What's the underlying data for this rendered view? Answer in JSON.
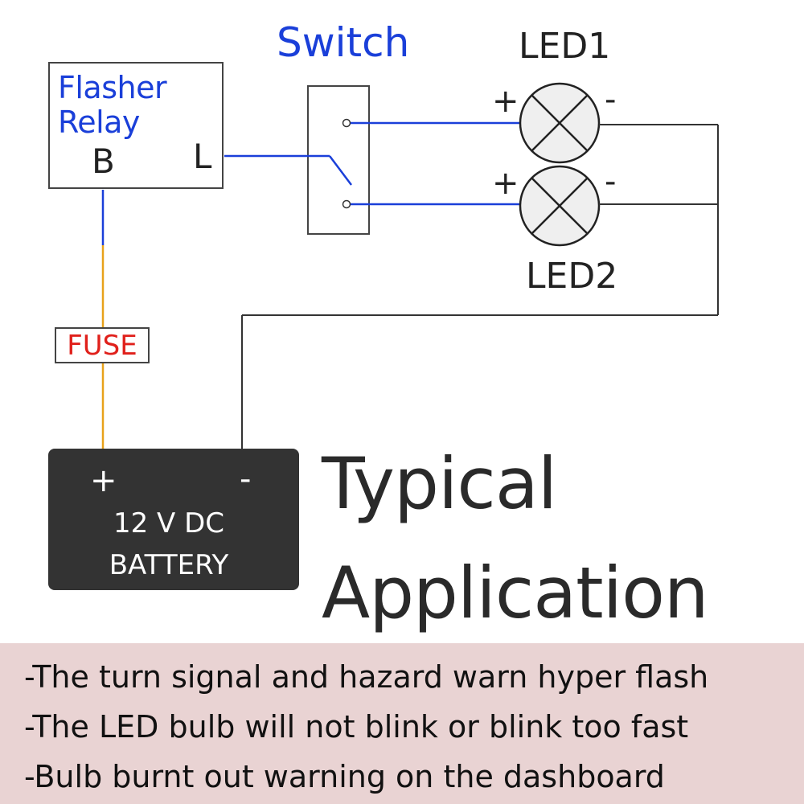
{
  "relay": {
    "title_line1": "Flasher",
    "title_line2": "Relay",
    "terminal_b": "B",
    "terminal_l": "L"
  },
  "switch": {
    "title": "Switch"
  },
  "leds": [
    {
      "name": "LED1",
      "plus": "+",
      "minus": "-"
    },
    {
      "name": "LED2",
      "plus": "+",
      "minus": "-"
    }
  ],
  "fuse": {
    "label": "FUSE"
  },
  "battery": {
    "plus": "+",
    "minus": "-",
    "line1": "12 V DC",
    "line2": "BATTERY"
  },
  "headline": {
    "line1": "Typical",
    "line2": "Application"
  },
  "notes": [
    "-The turn signal and hazard warn hyper flash",
    "-The LED bulb will not blink or blink too fast",
    "-Bulb burnt out warning on the dashboard"
  ],
  "colors": {
    "wire_blue": "#1a3fd9",
    "wire_orange": "#e8a21a",
    "wire_dark": "#333333",
    "fuse_text": "#e0201b",
    "footer_bg": "#e9d3d3"
  }
}
